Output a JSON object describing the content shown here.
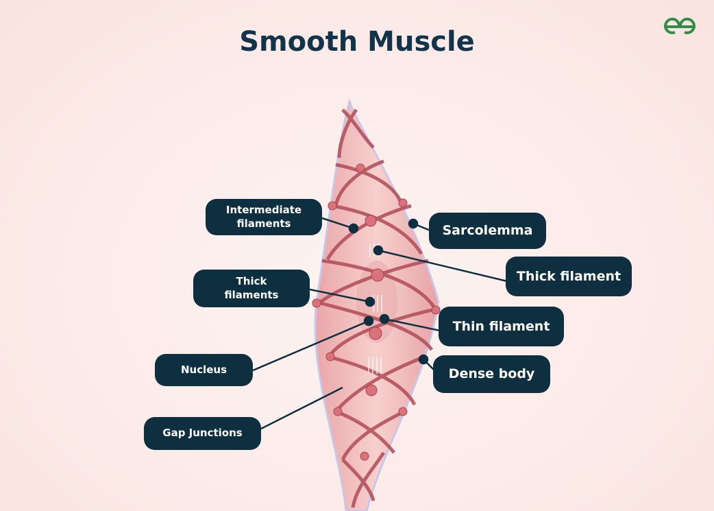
{
  "title": "Smooth Muscle",
  "logo_text": "GfG",
  "labels": {
    "intermediate_filaments": "Intermediate filaments",
    "sarcolemma": "Sarcolemma",
    "thick_filament": "Thick filament",
    "thick_filaments": "Thick filaments",
    "thin_filament": "Thin filament",
    "nucleus": "Nucleus",
    "dense_body": "Dense body",
    "gap_junctions": "Gap Junctions"
  },
  "colors": {
    "label_bg": "#0d2f40",
    "title": "#11344a",
    "logo": "#2f8d46",
    "strand": "#b5525c",
    "cell": "#f1b5b5"
  }
}
